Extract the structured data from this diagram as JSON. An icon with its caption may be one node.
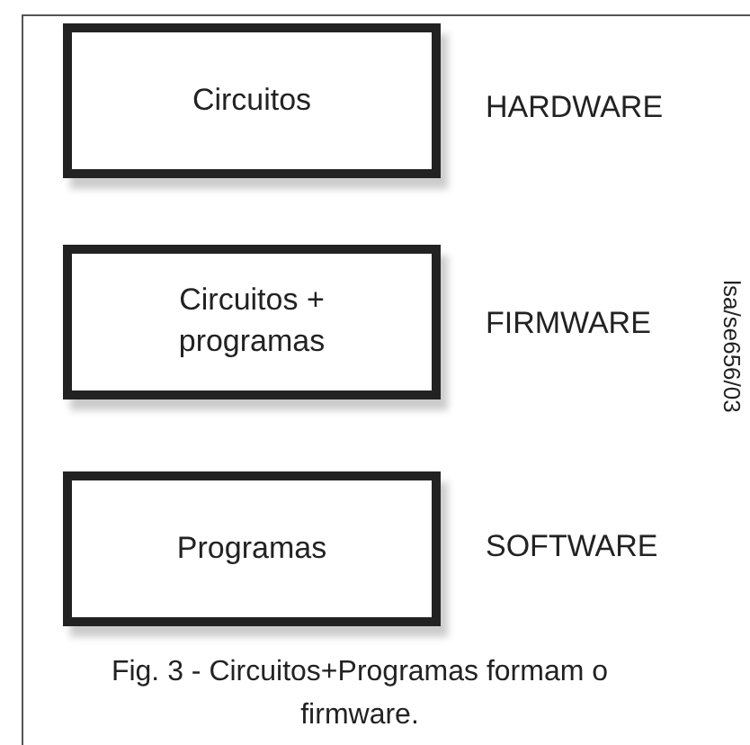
{
  "diagram": {
    "caption": "Fig. 3 - Circuitos+Programas formam o firmware.",
    "nodes": [
      {
        "text": [
          "Circuitos"
        ],
        "beside": [
          "HARDWARE"
        ]
      },
      {
        "text": [
          "Circuitos + programas"
        ],
        "beside": [
          "FIRMWARE"
        ]
      },
      {
        "text": [
          "Programas"
        ],
        "beside": [
          "SOFTWARE"
        ]
      }
    ],
    "labels": [
      "lsa/se656/03"
    ]
  }
}
